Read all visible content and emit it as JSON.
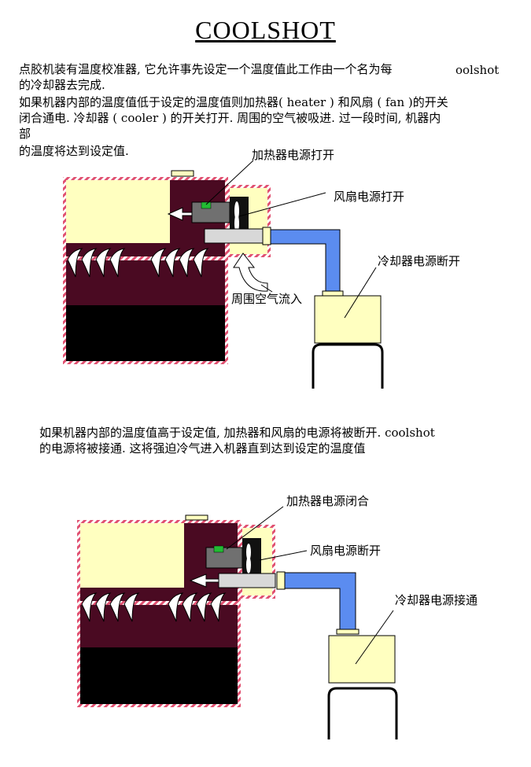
{
  "title": "COOLSHOT",
  "intro": {
    "line1a": "点胶机装有温度校准器, 它允许事先设定一个温度值此工作由一个名为每",
    "line1b": "oolshot",
    "line2": "的冷却器去完成.",
    "line3": "如果机器内部的温度值低于设定的温度值则加热器( heater ) 和风扇 ( fan )的开关",
    "line4": "闭合通电. 冷却器 ( cooler ) 的开关打开. 周围的空气被吸进. 过一段时间, 机器内",
    "line5": "部",
    "line6": "的温度将达到设定值."
  },
  "diagram1": {
    "heater_label": "加热器电源打开",
    "fan_label": "风扇电源打开",
    "cooler_label": "冷却器电源断开",
    "air_label": "周围空气流入"
  },
  "middle": {
    "line1": "如果机器内部的温度值高于设定值, 加热器和风扇的电源将被断开. coolshot",
    "line2": "的电源将被接通. 这将强迫冷气进入机器直到达到设定的温度值"
  },
  "diagram2": {
    "heater_label": "加热器电源闭合",
    "fan_label": "风扇电源断开",
    "cooler_label": "冷却器电源接通"
  },
  "colors": {
    "cabinet": "#4a0a22",
    "yellow": "#ffffc0",
    "hatch_red": "#e05070",
    "pipe_blue": "#5b8cf0",
    "heater_gray": "#707070",
    "fan_black": "#111111",
    "led_green": "#22bb33",
    "tube_gray": "#d8d8d8"
  }
}
